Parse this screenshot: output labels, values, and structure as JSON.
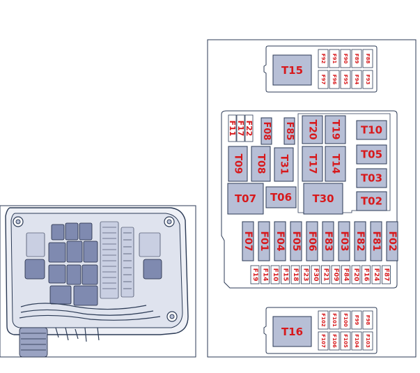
{
  "upper_box": {
    "relay": "T15",
    "fuses_top": [
      "F92",
      "F91",
      "F90",
      "F89",
      "F88"
    ],
    "fuses_bottom": [
      "F97",
      "F96",
      "F95",
      "F94",
      "F93"
    ]
  },
  "lower_box": {
    "relay": "T16",
    "fuses_top": [
      "F102",
      "F101",
      "F100",
      "F99",
      "F98"
    ],
    "fuses_bottom": [
      "F107",
      "F106",
      "F105",
      "F104",
      "F103"
    ]
  },
  "main_box": {
    "small_fuses_top_left": [
      "F11",
      "F17",
      "F22"
    ],
    "fuse_f08": "F08",
    "fuse_f85": "F85",
    "relays": {
      "t09": "T09",
      "t08": "T08",
      "t31": "T31",
      "t20": "T20",
      "t19": "T19",
      "t17": "T17",
      "t14": "T14",
      "t10": "T10",
      "t05": "T05",
      "t03": "T03",
      "t02": "T02",
      "t07": "T07",
      "t06": "T06",
      "t30": "T30"
    },
    "large_fuses": [
      "F07",
      "F01",
      "F04",
      "F05",
      "F06",
      "F83",
      "F03",
      "F82",
      "F81",
      "F02"
    ],
    "mini_fuses": [
      "F19",
      "F14",
      "F10",
      "F15",
      "F18",
      "F23",
      "F30",
      "F21",
      "F09",
      "F84",
      "F20",
      "F16",
      "F24",
      "F87"
    ]
  },
  "colors": {
    "accent_red": "#d7191c",
    "component_fill": "#b7bfd6",
    "outline": "#2b3a55"
  }
}
